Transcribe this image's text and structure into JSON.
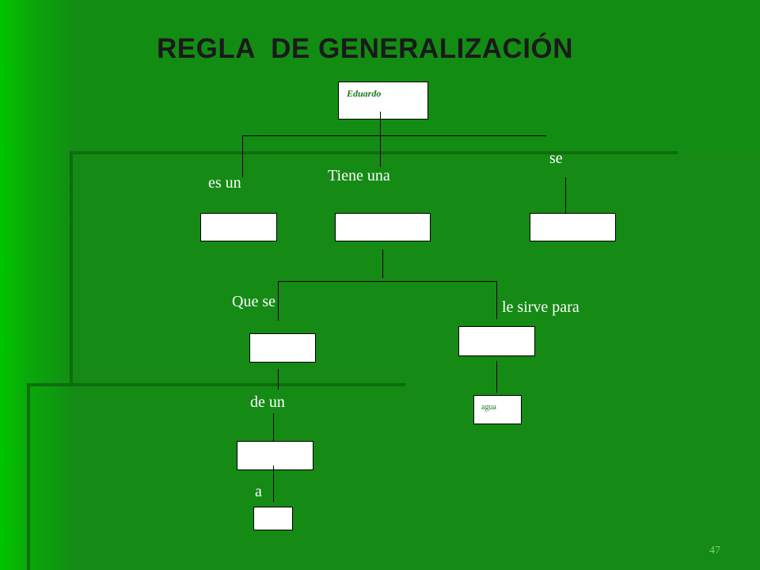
{
  "slide": {
    "title": "REGLA  DE GENERALIZACIÓN",
    "page_number": "47"
  },
  "diagram": {
    "root": {
      "text": "Eduardo"
    },
    "labels": {
      "es_un": "es un",
      "tiene_una": "Tiene una",
      "se": "se",
      "que_se": "Que se",
      "le_sirve_para": "le sirve para",
      "de_un": "de un",
      "a": "a"
    },
    "leaf": {
      "text": "agua"
    }
  }
}
